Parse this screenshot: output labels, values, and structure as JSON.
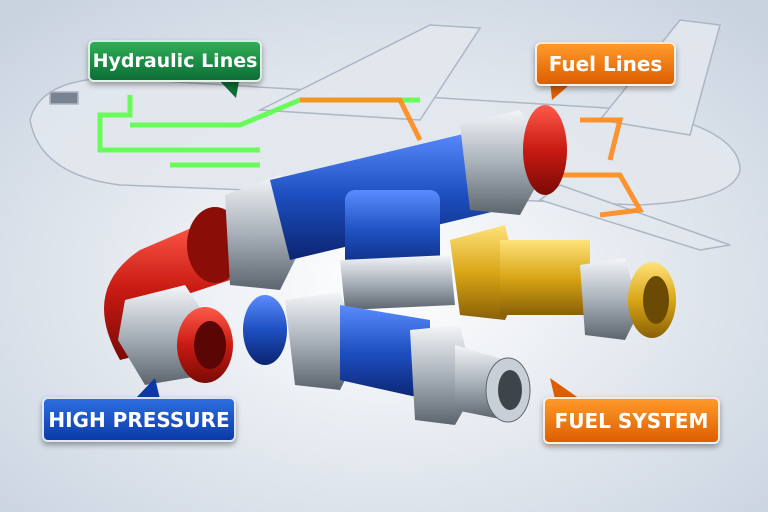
{
  "labels": {
    "hydraulic_lines": "Hydraulic Lines",
    "fuel_lines": "Fuel Lines",
    "high_pressure": "HIGH PRESSURE",
    "fuel_system": "FUEL SYSTEM"
  },
  "colors": {
    "hydraulic": "#1f9a4a",
    "fuel": "#ee7a0c",
    "pressure": "#1a4fc4",
    "red_fitting": "#c81a12",
    "blue_fitting": "#1d4fc0",
    "gold_fitting": "#d9a616"
  }
}
